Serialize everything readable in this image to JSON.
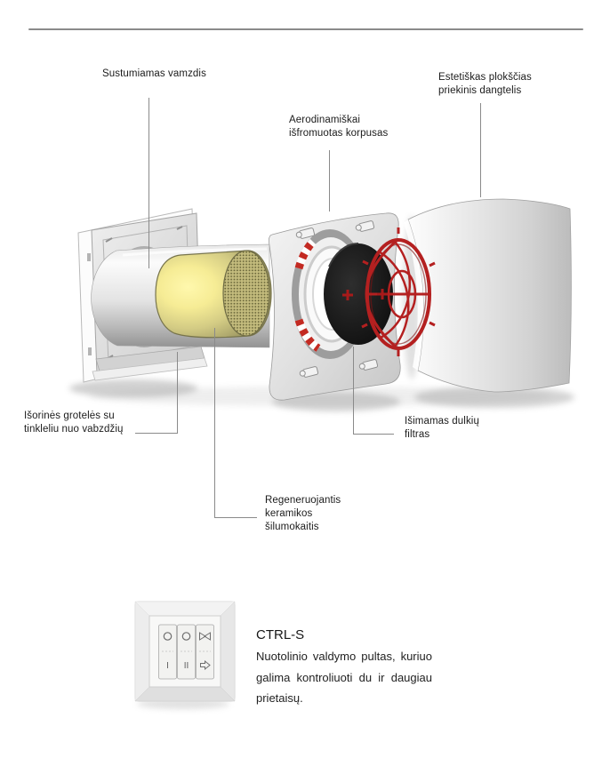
{
  "labels": {
    "pipe": "Sustumiamas vamzdis",
    "cover": "Estetiškas plokščias\npriekinis dangtelis",
    "housing": "Aerodinamiškai\nišfromuotas korpusas",
    "grille": "Išorinės grotelės su\ntinkleliu nuo vabzdžių",
    "filter": "Išimamas dulkių\nfiltras",
    "exchanger": "Regeneruojantis\nkeramikos\nšilumokaitis"
  },
  "ctrl": {
    "title": "CTRL-S",
    "description": "Nuotolinio valdymo pultas, kuriuo galima kontroliuoti du ir daugiau prietaisų."
  },
  "control_panel": {
    "button1": {
      "top_icon": "circle-icon",
      "label": "I"
    },
    "button2": {
      "top_icon": "circle-icon",
      "label": "II"
    },
    "button3": {
      "top_icon": "airflow-direction-icon",
      "bottom_icon": "arrow-icon"
    }
  },
  "colors": {
    "background": "#ffffff",
    "divider_line": "#8a8a8a",
    "connector_line": "#8a8a8a",
    "text": "#1b1b1b",
    "fan_guard_red": "#b42020",
    "ceramic_yellow": "#f2e88e",
    "device_gray": "#d9d9d9",
    "dust_filter_black": "#151515"
  }
}
